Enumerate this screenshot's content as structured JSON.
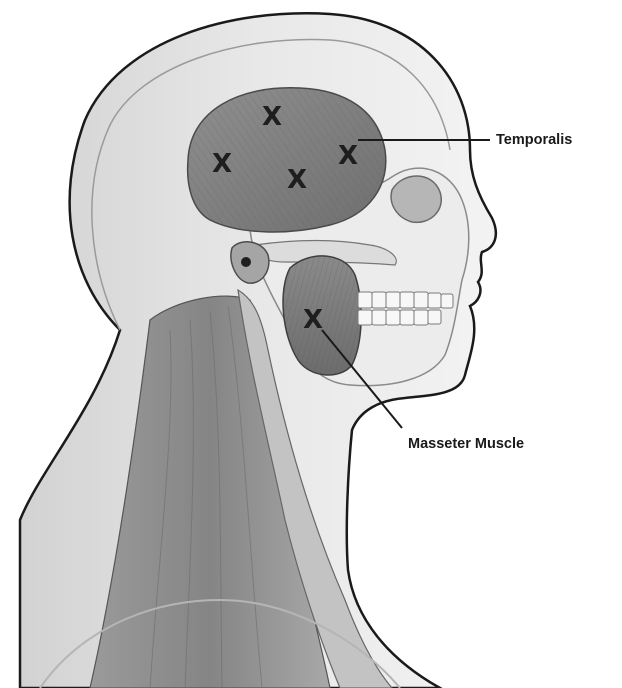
{
  "labels": {
    "temporalis": "Temporalis",
    "masseter": "Masseter Muscle"
  },
  "markers": {
    "symbol": "X",
    "temporalis_count": 4,
    "masseter_count": 1
  },
  "colors": {
    "outline": "#1a1a1a",
    "muscle_dark": "#7c7c7c",
    "muscle_mid": "#a9a9a9",
    "bone": "#e4e4e4",
    "marker": "#1e1e1e"
  }
}
